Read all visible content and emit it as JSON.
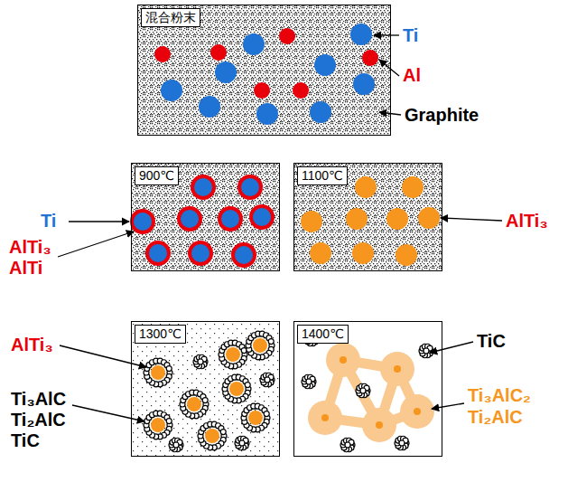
{
  "diagram": {
    "nodes": [
      {
        "text": [
          "混合粉末"
        ]
      },
      {
        "text": [
          "900℃"
        ]
      },
      {
        "text": [
          "1100℃"
        ]
      },
      {
        "text": [
          "1300℃"
        ]
      },
      {
        "text": [
          "1400℃"
        ]
      }
    ],
    "labels": [
      "Ti",
      "Al",
      "Graphite",
      "Ti",
      "AlTi₃",
      "AlTi",
      "AlTi₃",
      "AlTi₃",
      "Ti₃AlC",
      "Ti₂AlC",
      "TiC",
      "TiC",
      "Ti₃AlC₂",
      "Ti₂AlC"
    ]
  }
}
